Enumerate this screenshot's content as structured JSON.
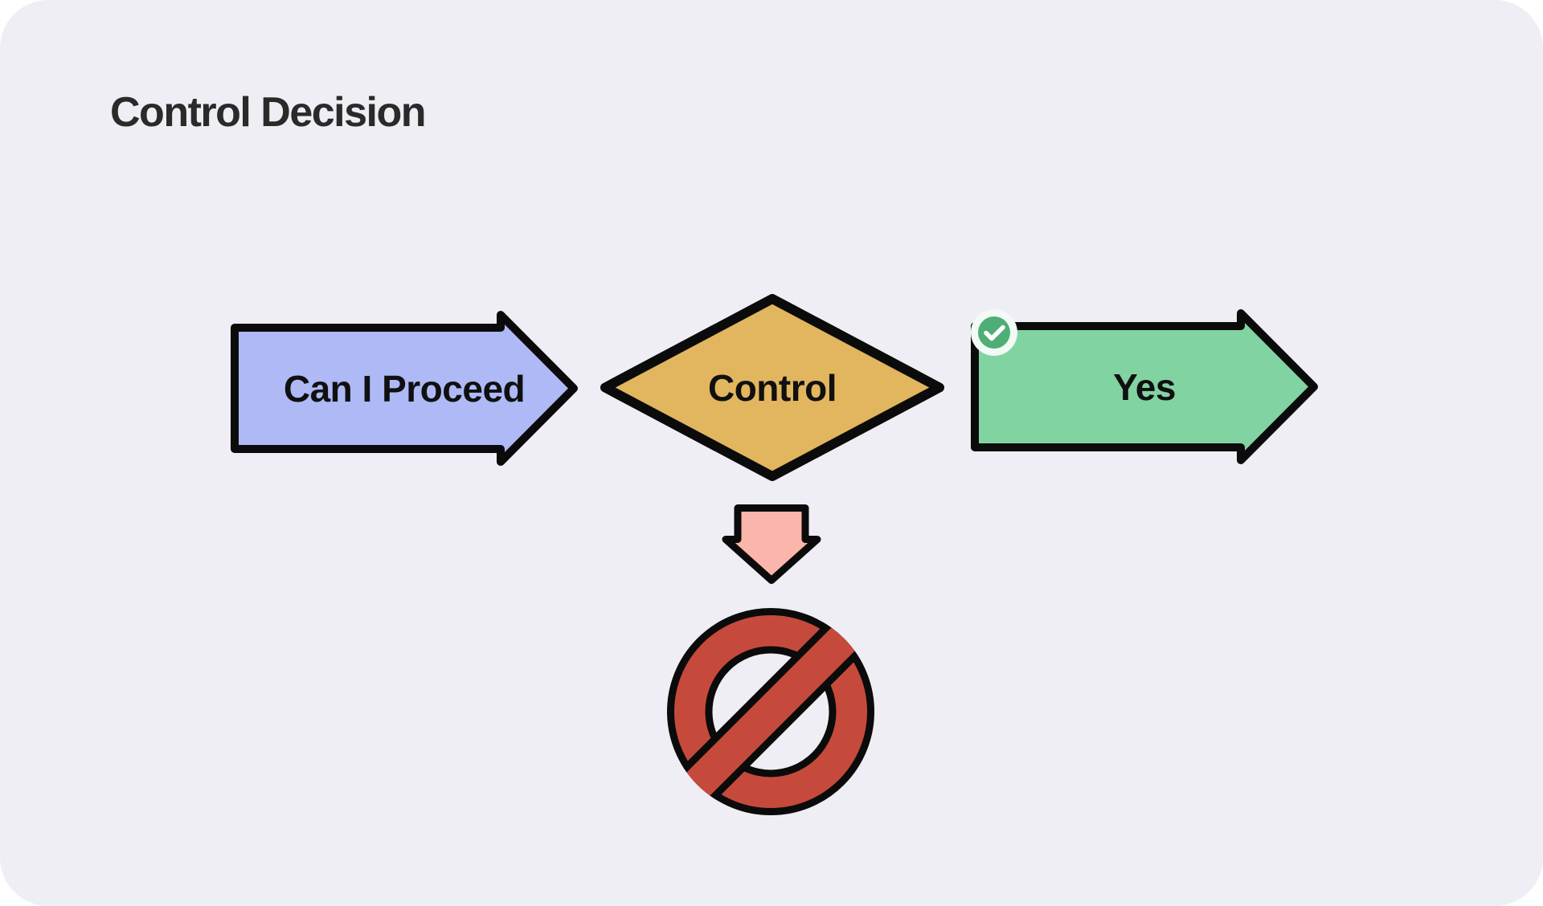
{
  "page": {
    "title": "Control Decision"
  },
  "diagram": {
    "nodes": {
      "start": {
        "label": "Can I Proceed",
        "shape": "arrow-right"
      },
      "decision": {
        "label": "Control",
        "shape": "diamond"
      },
      "yes": {
        "label": "Yes",
        "shape": "arrow-right",
        "icon": "check-circle-icon"
      },
      "no": {
        "label": "",
        "shape": "no-entry-sign"
      }
    },
    "connector": {
      "shape": "arrow-down"
    }
  },
  "colors": {
    "card_bg": "#EFEEF4",
    "title_text": "#2A2A2A",
    "label_text": "#101010",
    "outline": "#0B0B0B",
    "arrow_blue": "#AEB9F6",
    "diamond_gold": "#E2B55F",
    "arrow_green": "#82D3A2",
    "check_circle_bg": "#F2FAF6",
    "check_circle_green": "#4FAE75",
    "check_mark": "#FFFFFF",
    "connector_pink": "#FBB5AA",
    "no_sign_red": "#C64A3C"
  }
}
